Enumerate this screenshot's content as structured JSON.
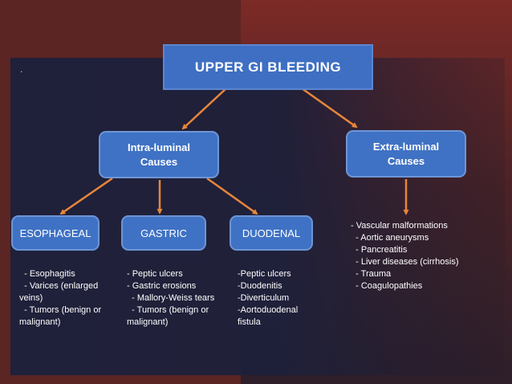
{
  "title": "UPPER GI BLEEDING",
  "marker": ".",
  "intra": {
    "label_line1": "Intra-luminal",
    "label_line2": "Causes"
  },
  "extra": {
    "label_line1": "Extra-luminal",
    "label_line2": "Causes",
    "items": [
      "- Vascular malformations",
      "  - Aortic aneurysms",
      "  - Pancreatitis",
      "  - Liver diseases (cirrhosis)",
      "  - Trauma",
      "  - Coagulopathies"
    ]
  },
  "esophageal": {
    "label": "ESOPHAGEAL",
    "items": [
      "  - Esophagitis",
      "  - Varices (enlarged veins)",
      "  - Tumors (benign or malignant)"
    ]
  },
  "gastric": {
    "label": "GASTRIC",
    "items": [
      "- Peptic ulcers",
      "- Gastric erosions",
      "  - Mallory-Weiss tears",
      "  - Tumors (benign or malignant)"
    ]
  },
  "duodenal": {
    "label": "DUODENAL",
    "items": [
      "-Peptic ulcers",
      "-Duodenitis",
      "-Diverticulum",
      "-Aortoduodenal fistula"
    ]
  },
  "colors": {
    "box_fill": "#3f72c4",
    "arrow": "#e8863a",
    "panel": "#1e203a",
    "background": "#5a2523"
  }
}
